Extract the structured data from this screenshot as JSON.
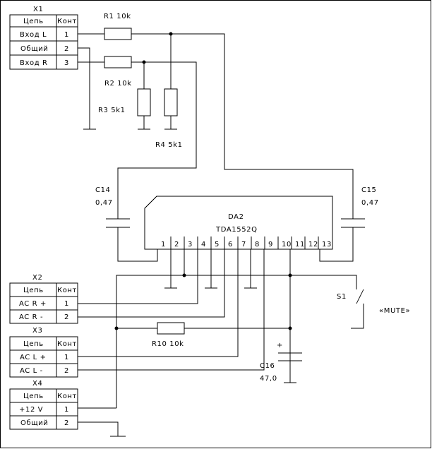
{
  "connectors": [
    {
      "id": "x1",
      "title": "X1",
      "header": [
        "Цепь",
        "Конт"
      ],
      "rows": [
        [
          "Вход L",
          "1"
        ],
        [
          "Общий",
          "2"
        ],
        [
          "Вход R",
          "3"
        ]
      ]
    },
    {
      "id": "x2",
      "title": "X2",
      "header": [
        "Цепь",
        "Конт"
      ],
      "rows": [
        [
          "AC R +",
          "1"
        ],
        [
          "AC R -",
          "2"
        ]
      ]
    },
    {
      "id": "x3",
      "title": "X3",
      "header": [
        "Цепь",
        "Конт"
      ],
      "rows": [
        [
          "AC L +",
          "1"
        ],
        [
          "AC L -",
          "2"
        ]
      ]
    },
    {
      "id": "x4",
      "title": "X4",
      "header": [
        "Цепь",
        "Конт"
      ],
      "rows": [
        [
          "+12 V",
          "1"
        ],
        [
          "Общий",
          "2"
        ]
      ]
    }
  ],
  "resistors": {
    "r1": "R1 10k",
    "r2": "R2 10k",
    "r3": "R3 5k1",
    "r4": "R4 5k1",
    "r10": "R10 10k"
  },
  "capacitors": {
    "c14": {
      "name": "C14",
      "value": "0,47"
    },
    "c15": {
      "name": "C15",
      "value": "0,47"
    },
    "c16": {
      "name": "C16",
      "value": "47,0",
      "polarity": "+"
    }
  },
  "ic": {
    "ref": "DA2",
    "part": "TDA1552Q",
    "pins": [
      "1",
      "2",
      "3",
      "4",
      "5",
      "6",
      "7",
      "8",
      "9",
      "10",
      "11",
      "12",
      "13"
    ]
  },
  "switch": {
    "ref": "S1",
    "function": "«MUTE»"
  }
}
